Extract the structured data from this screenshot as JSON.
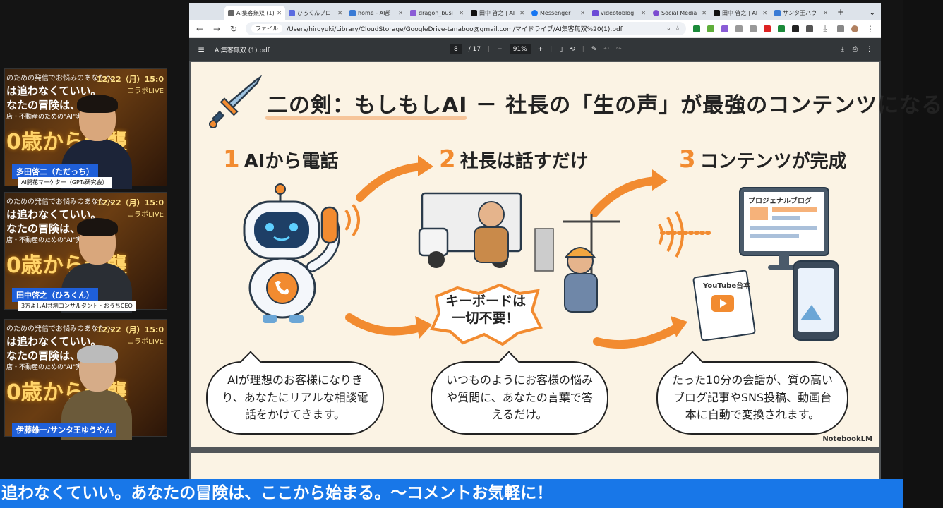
{
  "participants": [
    {
      "name": "多田啓二（ただっち）",
      "title": "AI開花マーケター（GPTs研究会）"
    },
    {
      "name": "田中啓之（ひろくん）",
      "title": "3方よしAI共創コンサルタント・おうちCEO"
    },
    {
      "name": "伊藤雄一/サンタ王ゆうやん",
      "title": ""
    }
  ],
  "tile_bg": {
    "line1": "のための発信でお悩みのあなたへ",
    "line2": "は追わなくていい。",
    "line3": "なたの冒険は、こ",
    "line4": "店・不動産のための\"AI\"実践戦略",
    "line5": "0歳から逆襲",
    "date": "12/22（月）15:0",
    "live": "コラボLIVE"
  },
  "browser": {
    "tabs": [
      {
        "label": "AI集客無双 (1)",
        "active": true
      },
      {
        "label": "ひろくんプロ"
      },
      {
        "label": "home - AI部"
      },
      {
        "label": "dragon_busi"
      },
      {
        "label": "田中 啓之 | AI"
      },
      {
        "label": "Messenger"
      },
      {
        "label": "videotoblog"
      },
      {
        "label": "Social Media"
      },
      {
        "label": "田中 啓之 | AI"
      },
      {
        "label": "サンタ王ハウ"
      }
    ],
    "new_tab": "+",
    "url_chip": "ファイル",
    "url": "/Users/hiroyuki/Library/CloudStorage/GoogleDrive-tanaboo@gmail.com/マイドライブ/AI集客無双%20(1).pdf"
  },
  "pdf": {
    "filename": "AI集客無双 (1).pdf",
    "page_current": "8",
    "page_total": "/ 17",
    "zoom": "91%"
  },
  "slide": {
    "title": "二の剣：もしもしAI － 社長の「生の声」が最強のコンテンツになる",
    "steps": [
      {
        "num": "1",
        "label": "AIから電話"
      },
      {
        "num": "2",
        "label": "社長は話すだけ"
      },
      {
        "num": "3",
        "label": "コンテンツが完成"
      }
    ],
    "burst": "キーボードは\n一切不要！",
    "blog_label": "プロジェナルブログ",
    "youtube_label": "YouTube台本",
    "bubbles": [
      "AIが理想のお客様になりきり、あなたにリアルな相談電話をかけてきます。",
      "いつものようにお客様の悩みや質問に、あなたの言葉で答えるだけ。",
      "たった10分の会話が、質の高いブログ記事やSNS投稿、動画台本に自動で変換されます。"
    ],
    "credit": "NotebookLM",
    "colors": {
      "accent": "#f28b30",
      "background": "#fbf3e4"
    }
  },
  "ticker": "追わなくていい。あなたの冒険は、ここから始まる。～コメントお気軽に！"
}
